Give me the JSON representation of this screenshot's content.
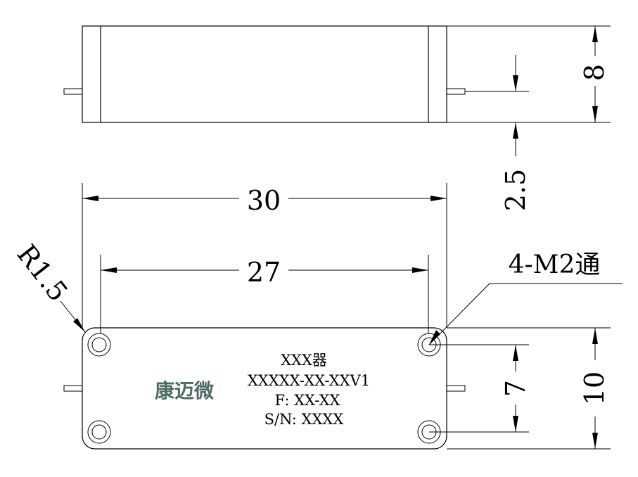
{
  "dimensions": {
    "height_top": "8",
    "offset": "2.5",
    "overall_length": "30",
    "hole_spacing": "27",
    "hole_vertical": "7",
    "plate_height": "10",
    "corner_radius": "R1.5",
    "holes": "4-M2通"
  },
  "label": {
    "logo": "康迈微",
    "line1": "XXX器",
    "line2": "XXXXX-XX-XXV1",
    "line3": "F: XX-XX",
    "line4": "S/N: XXXX"
  },
  "colors": {
    "logo": "#4f6b66",
    "line": "#000000"
  }
}
